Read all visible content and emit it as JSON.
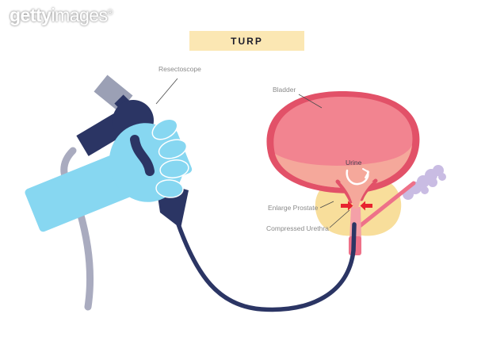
{
  "watermark": {
    "brand_bold": "getty",
    "brand_regular": "images",
    "registered_mark": "®"
  },
  "diagram": {
    "title": "TURP",
    "labels": {
      "resectoscope": "Resectoscope",
      "bladder": "Bladder",
      "urine": "Urine",
      "enlarge_prostate": "Enlarge Prostate",
      "compressed_urethra": "Compressed Urethra"
    },
    "colors": {
      "title_box_bg": "#FBE7B3",
      "title_text": "#1D1D2B",
      "glove_blue": "#87D7F1",
      "instrument_navy": "#2B3564",
      "tube_gray": "#A9ABBF",
      "eyepiece_gray": "#9BA0B5",
      "bladder_wall_rose": "#E25168",
      "bladder_inner_pink": "#F28490",
      "urine_peach": "#F5A89B",
      "prostate_yellow": "#F8DE9B",
      "urethra_pink": "#EE7189",
      "urethra_light_pink": "#F4A0A8",
      "arrow_red": "#E8232F",
      "seminal_vesicle_lavender": "#C9BCE3",
      "label_gray": "#8A8A8A",
      "urine_label_dark": "#44444F",
      "leader_line": "#4A4A4A",
      "flow_arrow_white": "#FFFFFF"
    }
  }
}
